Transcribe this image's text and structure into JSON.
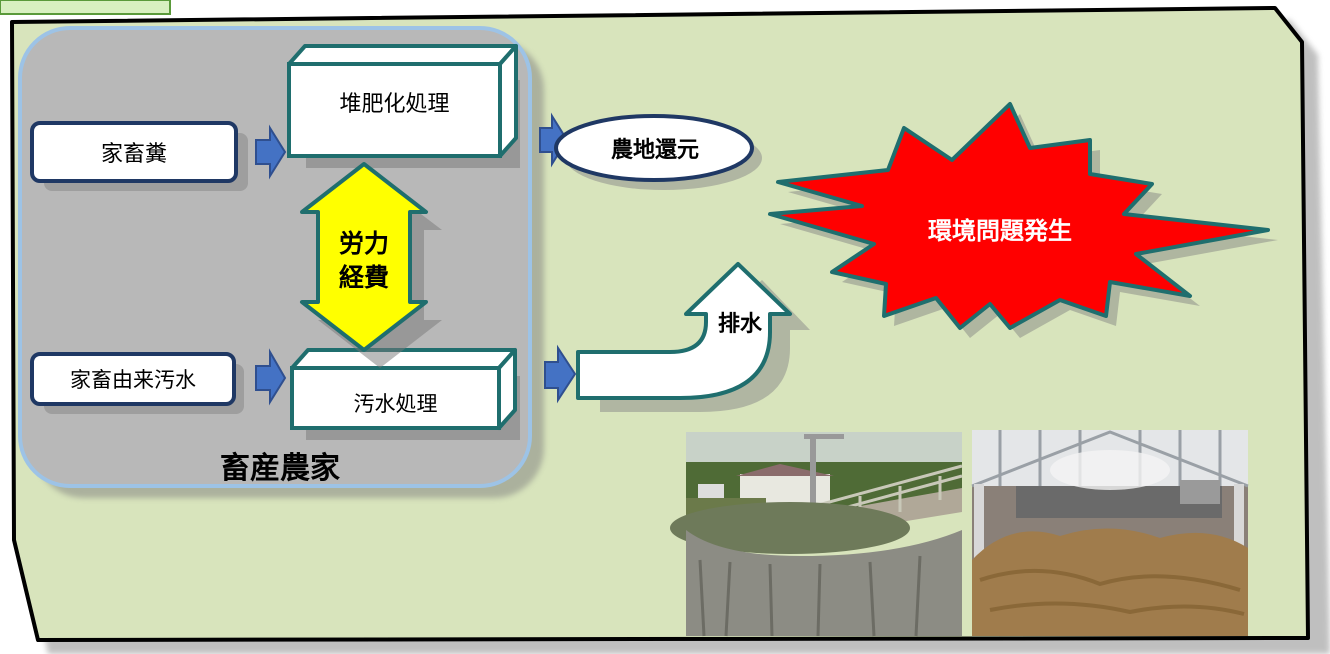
{
  "diagram": {
    "farm_label": "畜産農家",
    "inputs": {
      "manure": "家畜糞",
      "wastewater": "家畜由来汚水"
    },
    "processes": {
      "compost": "堆肥化処理",
      "wastewater_treatment": "汚水処理"
    },
    "cost_arrow": {
      "line1": "労力",
      "line2": "経費"
    },
    "outputs": {
      "land_return": "農地還元",
      "discharge": "排水",
      "problem": "環境問題発生"
    }
  },
  "photos": [
    {
      "name": "wastewater-treatment-tank-photo"
    },
    {
      "name": "compost-facility-photo"
    }
  ],
  "colors": {
    "panel_fill": "#d8e4bc",
    "farm_fill": "#b8b8b8",
    "farm_border": "#9dc3e6",
    "box_border": "#1f6e6e",
    "box_face": "#ffffff",
    "input_border": "#1f3864",
    "flow_arrow": "#4472c4",
    "cost_arrow_fill": "#ffff00",
    "burst_fill": "#ff0000",
    "burst_border": "#1f6e6e",
    "title_tab": "#d8f0c0"
  }
}
